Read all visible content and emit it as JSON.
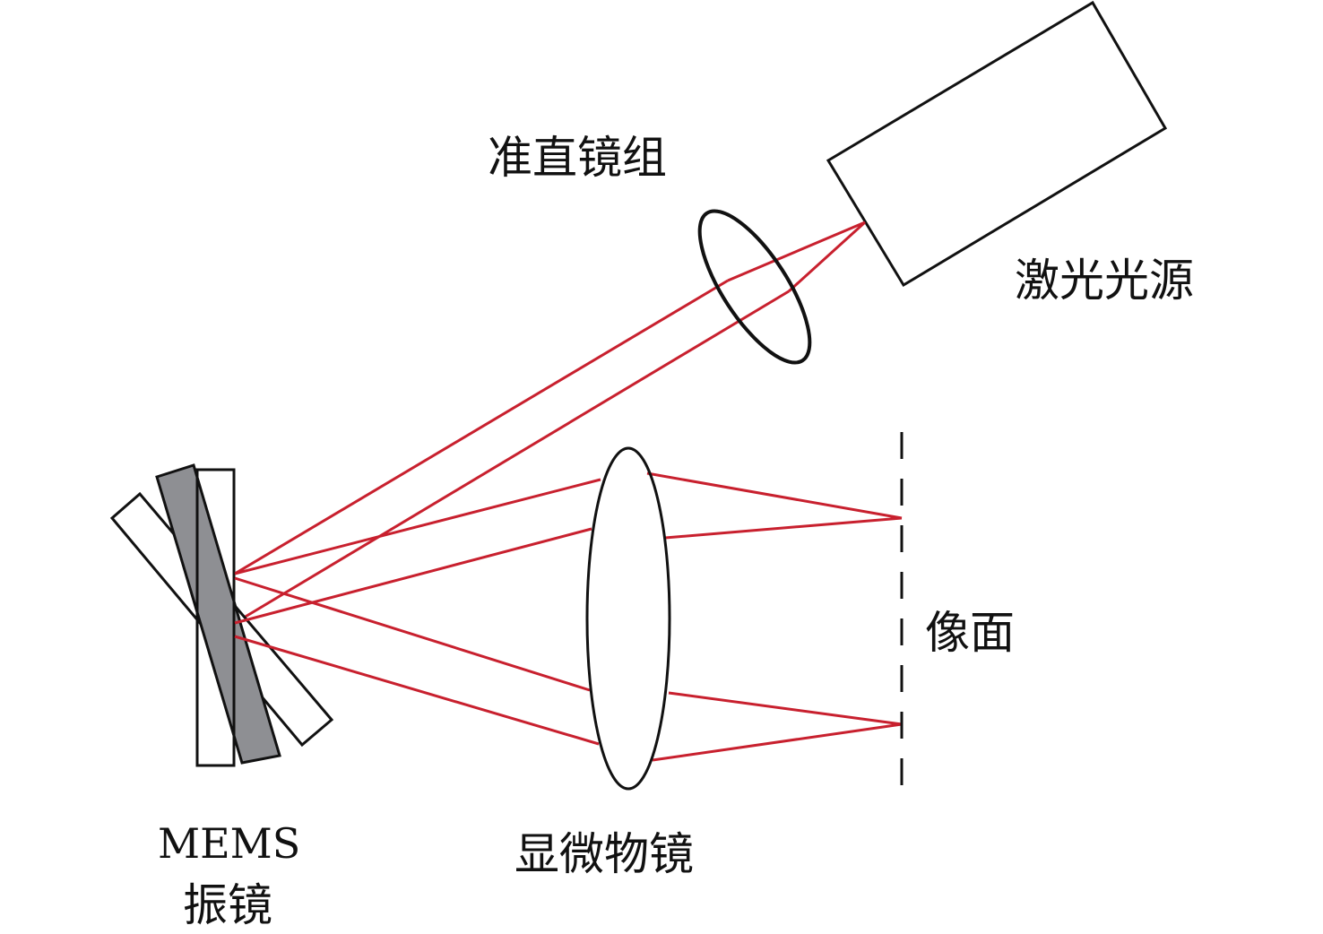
{
  "labels": {
    "collimator_group": "准直镜组",
    "laser_source": "激光光源",
    "image_plane": "像面",
    "mems_line1": "MEMS",
    "mems_line2": "振镜",
    "microscope_objective": "显微物镜"
  },
  "colors": {
    "beam": "#c8202e",
    "outline": "#111111",
    "mirror_fill": "#8e8f93",
    "background": "#ffffff"
  }
}
